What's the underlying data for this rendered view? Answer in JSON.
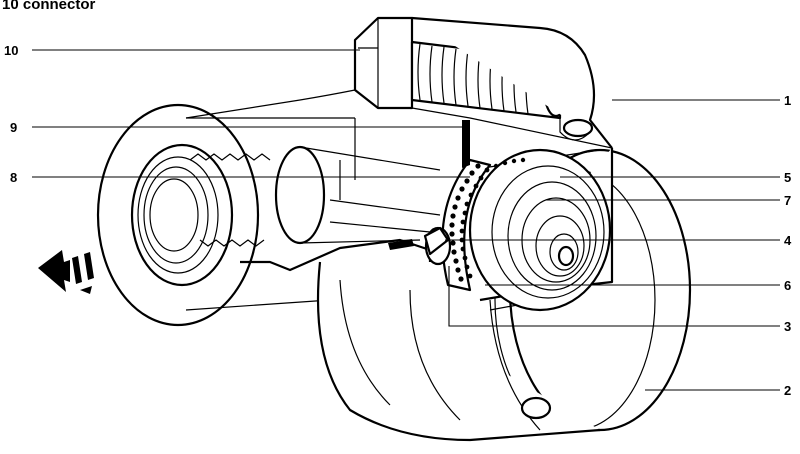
{
  "title": "10 connector",
  "callouts": [
    {
      "number": "10",
      "side": "left"
    },
    {
      "number": "9",
      "side": "left"
    },
    {
      "number": "8",
      "side": "left"
    },
    {
      "number": "1",
      "side": "right"
    },
    {
      "number": "5",
      "side": "right"
    },
    {
      "number": "7",
      "side": "right"
    },
    {
      "number": "4",
      "side": "right"
    },
    {
      "number": "6",
      "side": "right"
    },
    {
      "number": "3",
      "side": "right"
    },
    {
      "number": "2",
      "side": "right"
    }
  ],
  "flow_direction": "left",
  "colors": {
    "ink": "#000000",
    "paper": "#ffffff"
  }
}
